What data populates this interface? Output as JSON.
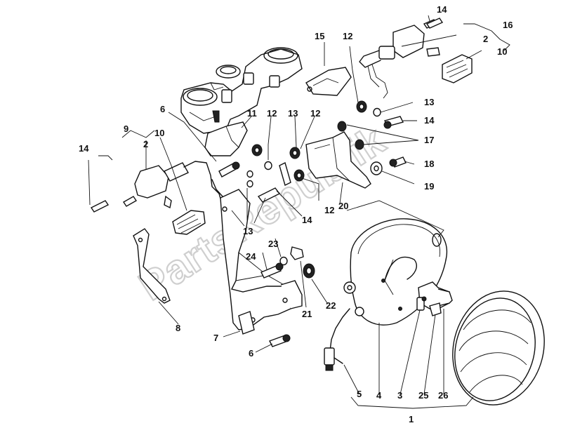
{
  "watermark": "PartsRepublik",
  "callouts": {
    "c1": "1",
    "c2a": "2",
    "c2b": "2",
    "c3": "3",
    "c4": "4",
    "c5": "5",
    "c6a": "6",
    "c6b": "6",
    "c7": "7",
    "c8": "8",
    "c9": "9",
    "c10a": "10",
    "c10b": "10",
    "c11": "11",
    "c12a": "12",
    "c12b": "12",
    "c12c": "12",
    "c12d": "12",
    "c13a": "13",
    "c13b": "13",
    "c13c": "13",
    "c14a": "14",
    "c14b": "14",
    "c14c": "14",
    "c14d": "14",
    "c15": "15",
    "c16": "16",
    "c17": "17",
    "c18": "18",
    "c19": "19",
    "c20": "20",
    "c21": "21",
    "c22": "22",
    "c23": "23",
    "c24": "24",
    "c25": "25",
    "c26": "26"
  }
}
